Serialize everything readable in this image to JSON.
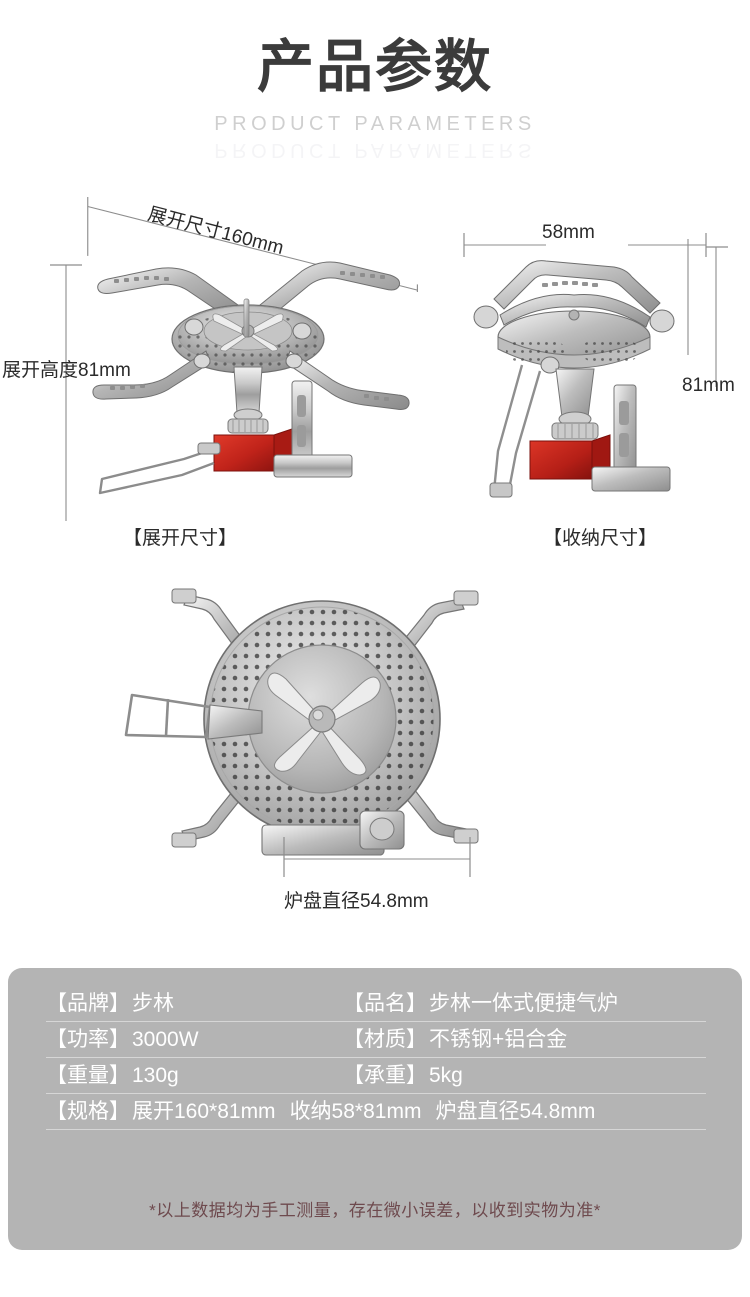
{
  "header": {
    "title_cn": "产品参数",
    "title_en": "PRODUCT PARAMETERS"
  },
  "figures": {
    "expanded": {
      "caption": "【展开尺寸】",
      "width_label": "展开尺寸160mm",
      "height_label": "展开高度81mm"
    },
    "folded": {
      "caption": "【收纳尺寸】",
      "width_label": "58mm",
      "height_label": "81mm"
    },
    "topview": {
      "diameter_label": "炉盘直径54.8mm"
    }
  },
  "spec": {
    "rows": [
      {
        "left_key": "【品牌】",
        "left_value": "步林",
        "right_key": "【品名】",
        "right_value": "步林一体式便捷气炉"
      },
      {
        "left_key": "【功率】",
        "left_value": "3000W",
        "right_key": "【材质】",
        "right_value": "不锈钢+铝合金"
      },
      {
        "left_key": "【重量】",
        "left_value": "130g",
        "right_key": "【承重】",
        "right_value": "5kg"
      }
    ],
    "spec_row": {
      "key": "【规格】",
      "seg1": "展开160*81mm",
      "seg2": "收纳58*81mm",
      "seg3": "炉盘直径54.8mm"
    },
    "note": "*以上数据均为手工测量，存在微小误差，以收到实物为准*",
    "panel_color": "#b4b4b4",
    "text_color": "#ffffff",
    "note_color": "#6e4a4e"
  }
}
